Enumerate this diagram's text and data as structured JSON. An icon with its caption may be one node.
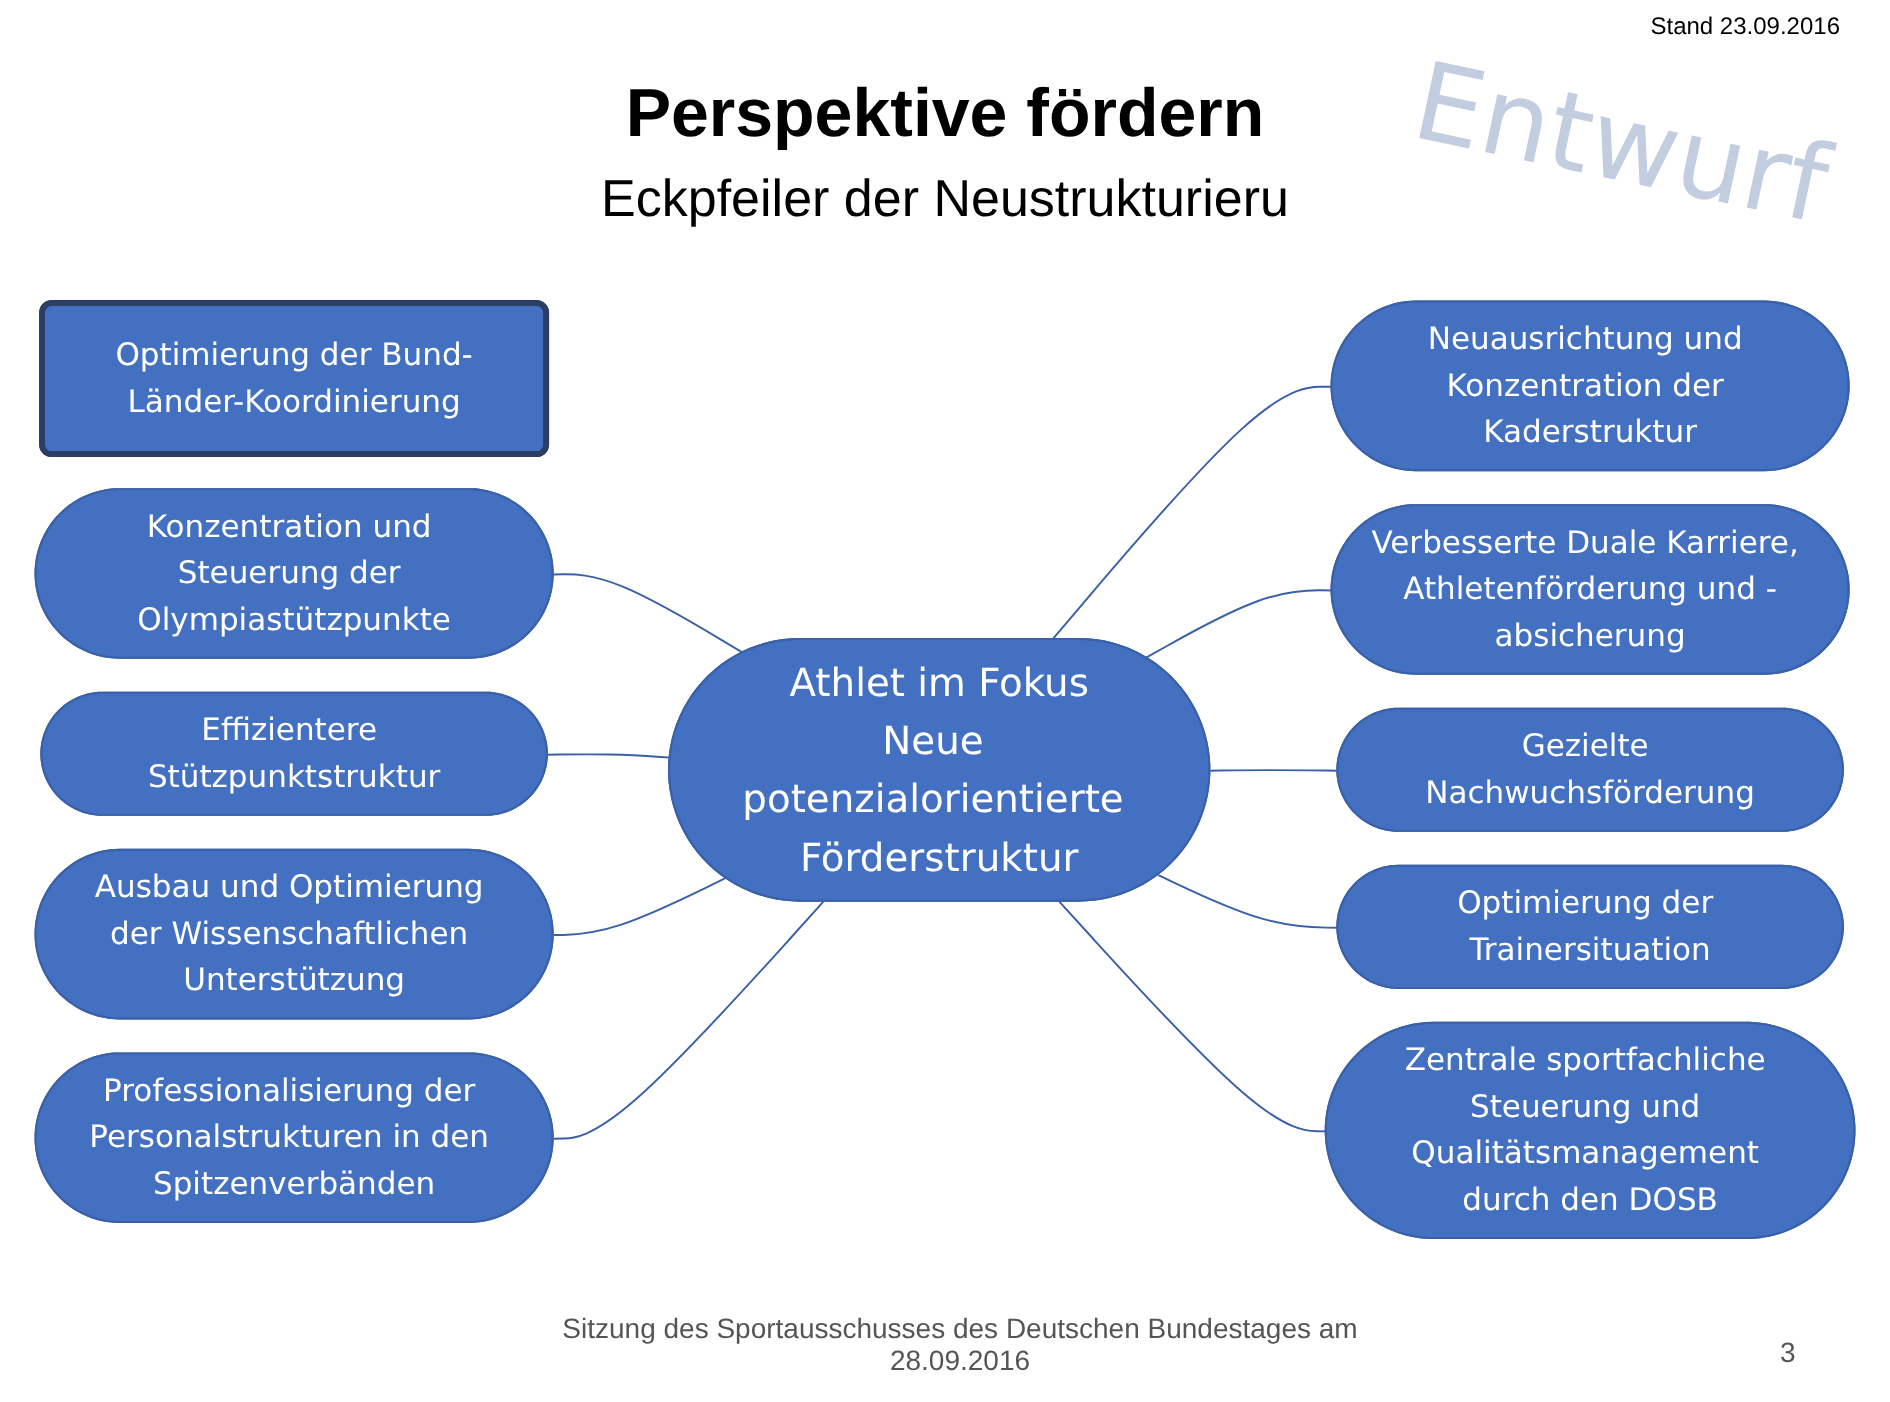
{
  "diagram": {
    "title": "Perspektive fördern",
    "caption": "Sitzung des Sportausschusses des Deutschen Bundestages am 28.09.2016",
    "nodes": [
      {
        "text": [
          "Athlet im Fokus",
          "Neue potenzialorientierte Förderstruktur"
        ]
      },
      {
        "text": [
          "Optimierung der Bund-Länder-Koordinierung"
        ]
      },
      {
        "text": [
          "Neuausrichtung und Konzentration der Kaderstruktur"
        ]
      },
      {
        "text": [
          "Verbesserte Duale Karriere, Athletenförderung und -absicherung"
        ]
      },
      {
        "text": [
          "Konzentration und Steuerung der Olympiastützpunkte"
        ]
      },
      {
        "text": [
          "Gezielte Nachwuchsförderung"
        ]
      },
      {
        "text": [
          "Effizientere Stützpunktstruktur"
        ]
      },
      {
        "text": [
          "Optimierung der Trainersituation"
        ]
      },
      {
        "text": [
          "Ausbau und Optimierung der Wissenschaftlichen Unterstützung"
        ]
      },
      {
        "text": [
          "Zentrale sportfachliche Steuerung und Qualitätsmanagement durch den DOSB"
        ]
      },
      {
        "text": [
          "Professionalisierung der Personalstrukturen in den Spitzenverbänden"
        ]
      }
    ],
    "edges": [
      {
        "from": 0,
        "to": 2,
        "arrow": "none"
      },
      {
        "from": 0,
        "to": 3,
        "arrow": "none"
      },
      {
        "from": 4,
        "to": 0,
        "arrow": "none"
      },
      {
        "from": 0,
        "to": 5,
        "arrow": "none"
      },
      {
        "from": 6,
        "to": 0,
        "arrow": "none"
      },
      {
        "from": 0,
        "to": 7,
        "arrow": "none"
      },
      {
        "from": 8,
        "to": 0,
        "arrow": "none"
      },
      {
        "from": 0,
        "to": 9,
        "arrow": "none"
      },
      {
        "from": 10,
        "to": 0,
        "arrow": "none"
      }
    ],
    "labels": [
      "Stand 23.09.2016",
      "Entwurf",
      "Eckpfeiler der Neustrukturieru",
      "3"
    ]
  }
}
